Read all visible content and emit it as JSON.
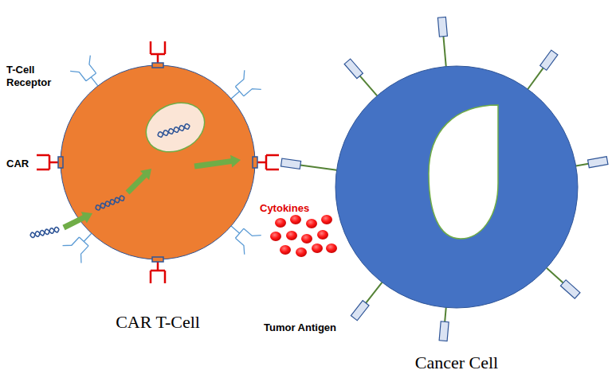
{
  "diagram": {
    "nodes": [
      {
        "text": [
          "CAR T-Cell"
        ]
      },
      {
        "text": [
          "Cancer Cell"
        ]
      }
    ],
    "labels": [
      "T-Cell Receptor",
      "CAR",
      "Cytokines",
      "Tumor Antigen"
    ]
  }
}
